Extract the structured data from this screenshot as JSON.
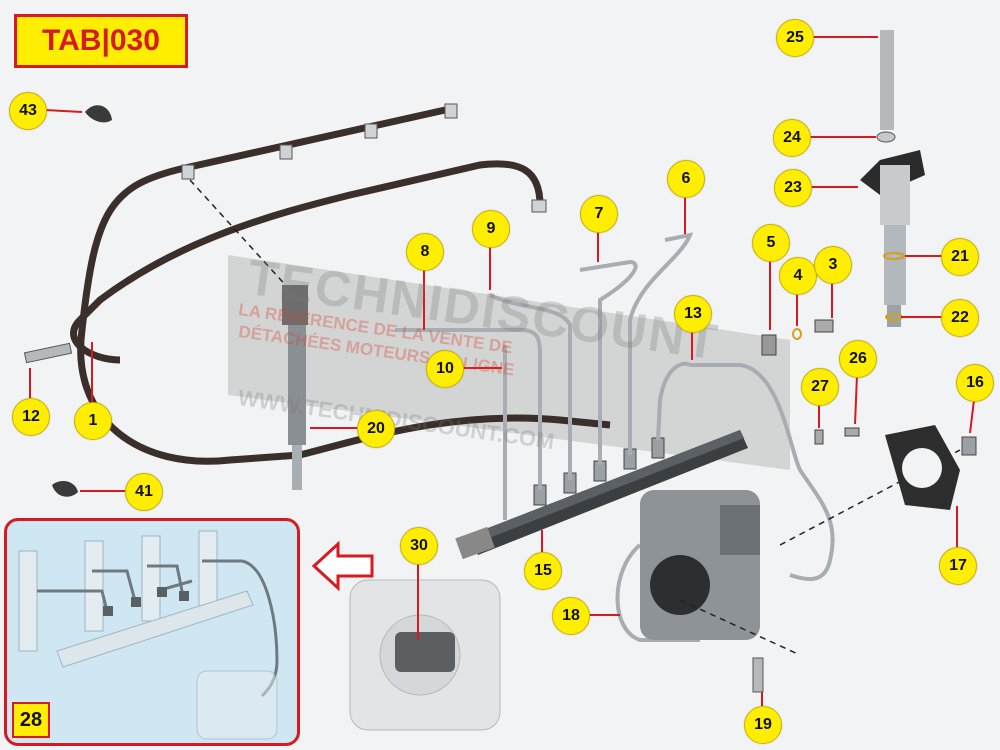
{
  "tab_label": "TAB|030",
  "inset_label": "28",
  "watermark": {
    "brand": "TECHNIDISCOUNT",
    "tagline_1": "LA RÉFÉRENCE DE LA VENTE DE",
    "tagline_2": "DÉTACHÉES MOTEURS EN LIGNE",
    "url": "WWW.TECHNIDISCOUNT.COM"
  },
  "callouts": [
    {
      "id": "c43",
      "label": "43"
    },
    {
      "id": "c25",
      "label": "25"
    },
    {
      "id": "c24",
      "label": "24"
    },
    {
      "id": "c23",
      "label": "23"
    },
    {
      "id": "c6",
      "label": "6"
    },
    {
      "id": "c7",
      "label": "7"
    },
    {
      "id": "c9",
      "label": "9"
    },
    {
      "id": "c8",
      "label": "8"
    },
    {
      "id": "c5",
      "label": "5"
    },
    {
      "id": "c4",
      "label": "4"
    },
    {
      "id": "c3",
      "label": "3"
    },
    {
      "id": "c21",
      "label": "21"
    },
    {
      "id": "c22",
      "label": "22"
    },
    {
      "id": "c13",
      "label": "13"
    },
    {
      "id": "c10",
      "label": "10"
    },
    {
      "id": "c26",
      "label": "26"
    },
    {
      "id": "c27",
      "label": "27"
    },
    {
      "id": "c16",
      "label": "16"
    },
    {
      "id": "c12",
      "label": "12"
    },
    {
      "id": "c1",
      "label": "1"
    },
    {
      "id": "c20",
      "label": "20"
    },
    {
      "id": "c41",
      "label": "41"
    },
    {
      "id": "c30",
      "label": "30"
    },
    {
      "id": "c15",
      "label": "15"
    },
    {
      "id": "c17",
      "label": "17"
    },
    {
      "id": "c18",
      "label": "18"
    },
    {
      "id": "c19",
      "label": "19"
    }
  ],
  "colors": {
    "callout_fill": "#ffee00",
    "leader": "#d71920",
    "hose": "#3a2f2a",
    "metal": "#9aa0a6",
    "inset_bg": "#cfe6f3"
  }
}
